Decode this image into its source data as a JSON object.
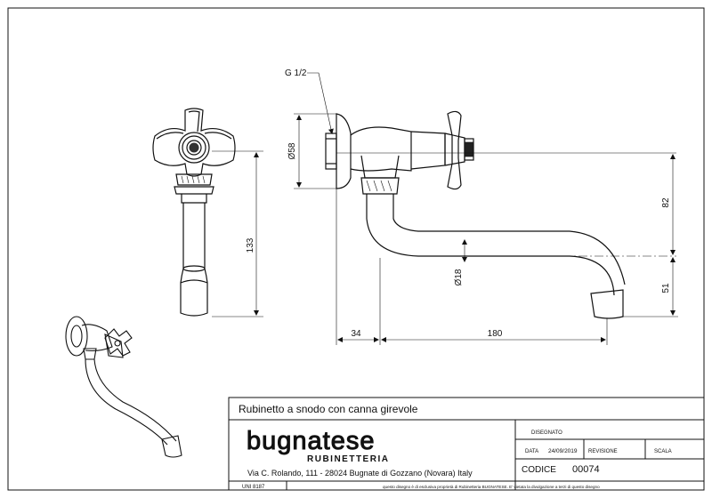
{
  "drawing": {
    "thread_label": "G 1/2",
    "dims": {
      "flange_diameter": "Ø58",
      "spout_diameter": "Ø18",
      "height_side": "133",
      "height_upper": "82",
      "height_lower": "51",
      "wall_offset": "34",
      "spout_reach": "180"
    }
  },
  "title_block": {
    "title": "Rubinetto a snodo con canna girevole",
    "brand_main": "bugnatese",
    "brand_sub": "RUBINETTERIA",
    "address": "Via C. Rolando, 111 - 28024 Bugnate di Gozzano (Novara) Italy",
    "designed_label": "DISEGNATO",
    "date_label": "DATA",
    "date_value": "24/09/2019",
    "revision_label": "REVISIONE",
    "scale_label": "SCALA",
    "code_label": "CODICE",
    "code_value": "00074",
    "standard": "UNI 8187",
    "notice": "questo disegno è di esclusiva proprietà di Rubinetteria BUGNATESE. E' vietata la divulgazione a terzi di questo disegno"
  }
}
